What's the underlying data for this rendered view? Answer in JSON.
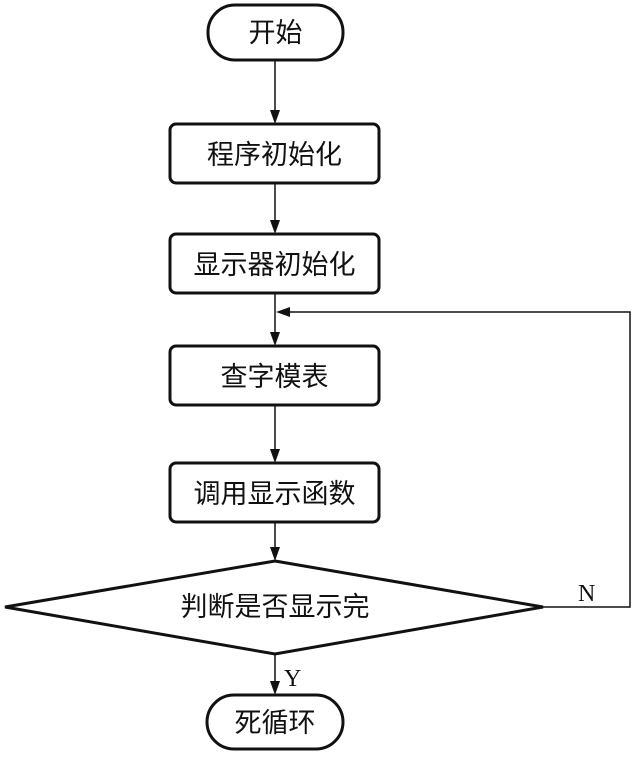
{
  "flowchart": {
    "start": "开始",
    "init_program": "程序初始化",
    "init_display": "显示器初始化",
    "lookup_font": "查字模表",
    "call_display": "调用显示函数",
    "decision": "判断是否显示完",
    "no_label": "N",
    "yes_label": "Y",
    "end": "死循环"
  }
}
